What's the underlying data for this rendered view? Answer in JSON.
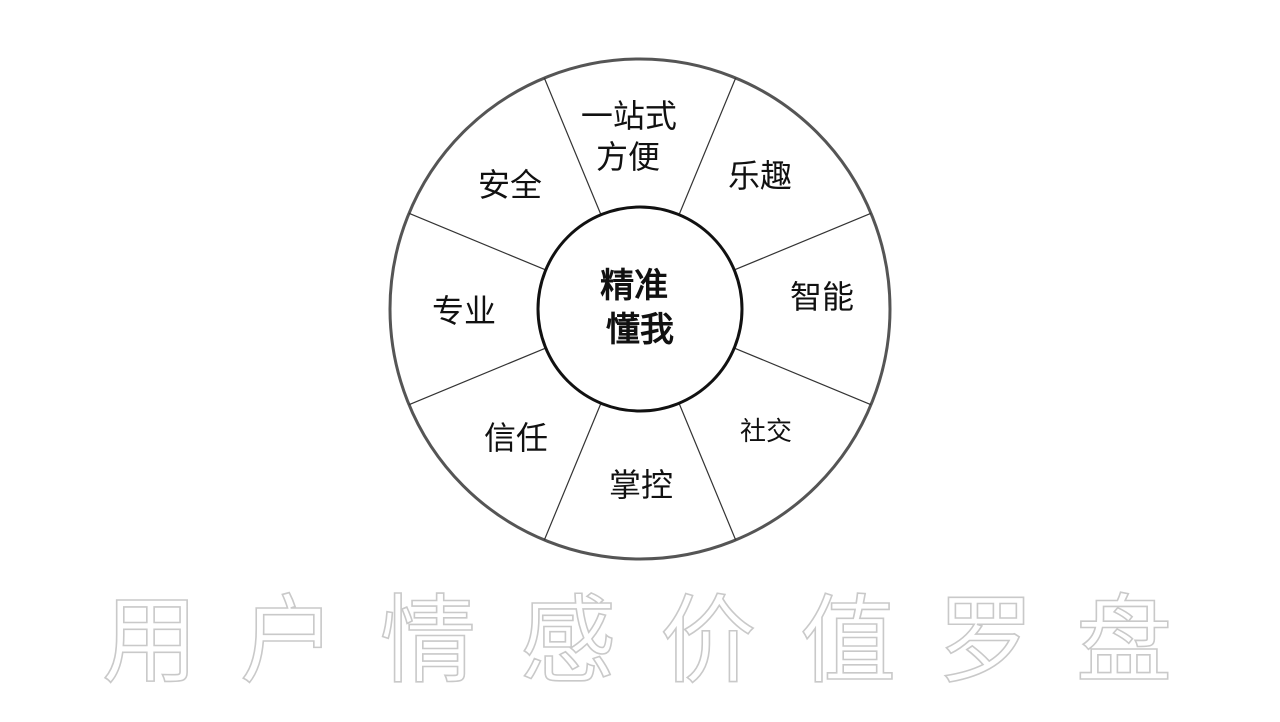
{
  "diagram": {
    "center": {
      "lines": [
        "精准",
        "懂我"
      ]
    },
    "segments": [
      {
        "lines": [
          "一站式",
          "方便"
        ]
      },
      {
        "lines": [
          "乐趣"
        ]
      },
      {
        "lines": [
          "智能"
        ]
      },
      {
        "lines": [
          "社交"
        ]
      },
      {
        "lines": [
          "掌控"
        ]
      },
      {
        "lines": [
          "信任"
        ]
      },
      {
        "lines": [
          "专业"
        ]
      },
      {
        "lines": [
          "安全"
        ]
      }
    ]
  },
  "subtitle": {
    "text": "用户情感价值罗盘",
    "chars": [
      "用",
      "户",
      "情",
      "感",
      "价",
      "值",
      "罗",
      "盘"
    ]
  },
  "colors": {
    "outline": "#555555",
    "divider": "#333333",
    "inner_ring": "#111111",
    "subtitle_stroke": "#c9c9c9"
  }
}
